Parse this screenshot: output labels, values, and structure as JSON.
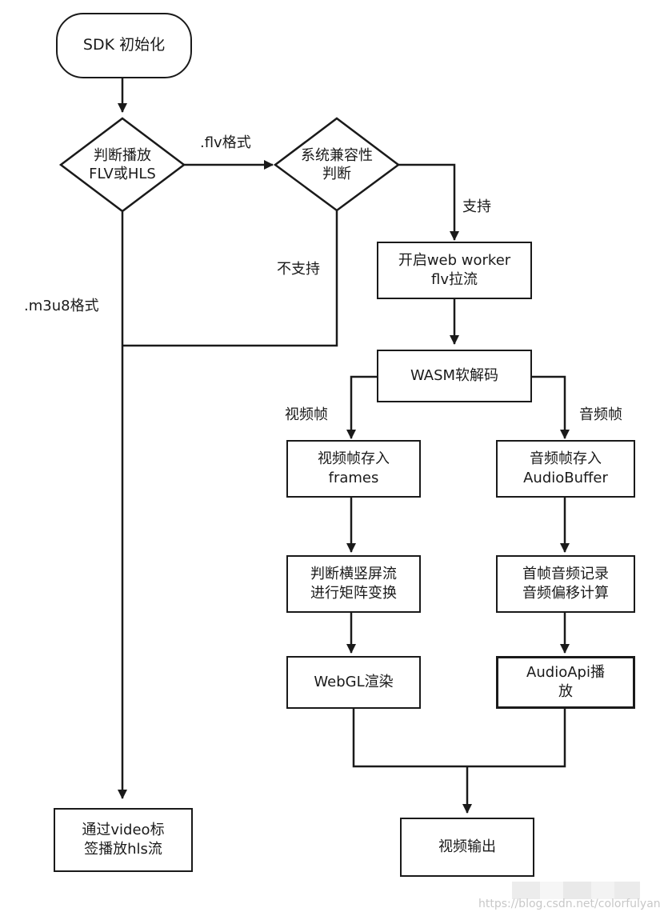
{
  "nodes": {
    "sdk_init": "SDK 初始化",
    "judge_format": "判断播放\nFLV或HLS",
    "compat_check": "系统兼容性\n判断",
    "web_worker": "开启web worker\nflv拉流",
    "wasm_decode": "WASM软解码",
    "video_frames_store": "视频帧存入\nframes",
    "audio_frames_store": "音频帧存入\nAudioBuffer",
    "matrix_transform": "判断横竖屏流\n进行矩阵变换",
    "audio_offset": "首帧音频记录\n音频偏移计算",
    "webgl_render": "WebGL渲染",
    "audio_api_play": "AudioApi播\n放",
    "video_tag_play": "通过video标\n签播放hls流",
    "video_output": "视频输出"
  },
  "edge_labels": {
    "flv_format": ".flv格式",
    "m3u8_format": ".m3u8格式",
    "supported": "支持",
    "not_supported": "不支持",
    "video_frame": "视频帧",
    "audio_frame": "音频帧"
  },
  "watermark": "https://blog.csdn.net/colorfulyan",
  "colors": {
    "stroke": "#1a1a1a",
    "background": "#ffffff"
  }
}
